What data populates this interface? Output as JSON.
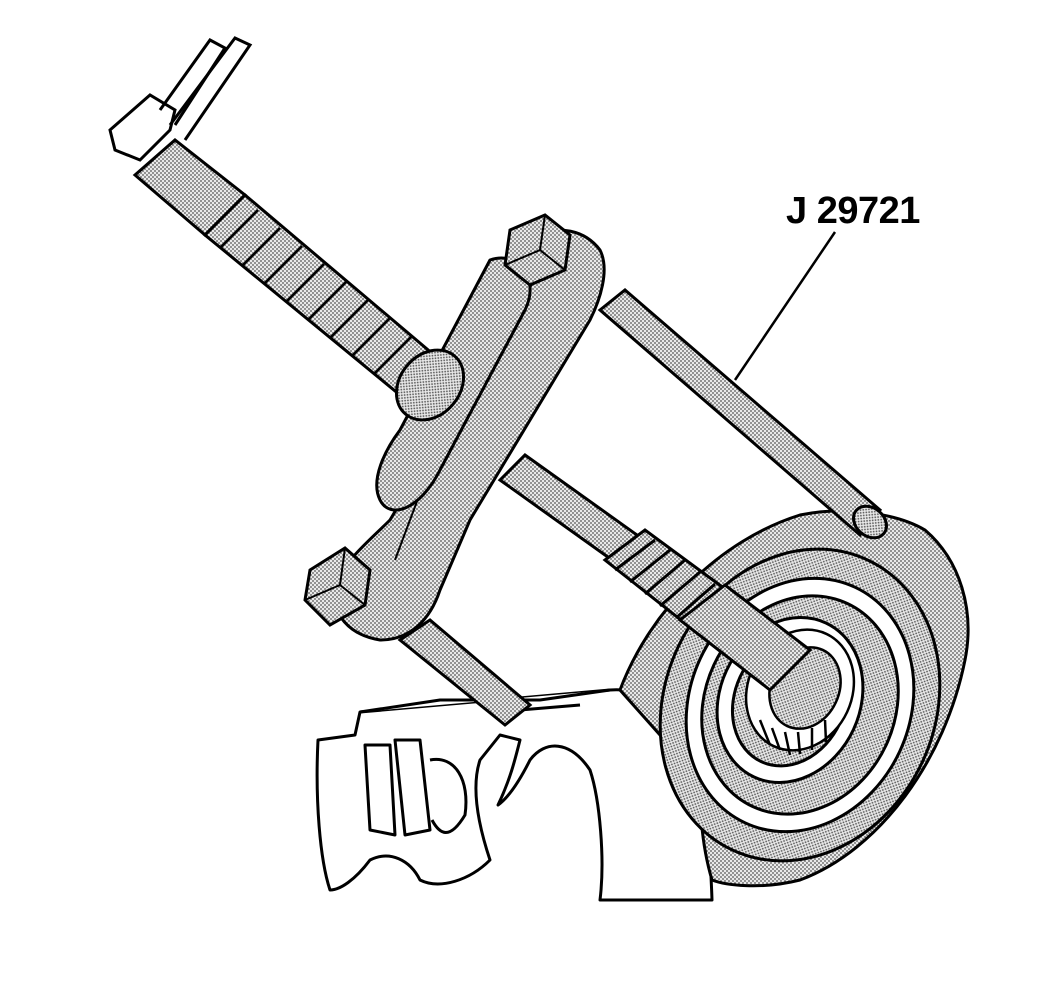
{
  "illustration": {
    "callout_label": "J 29721",
    "line_color": "#000000",
    "shade_color": "#c8c8c8",
    "background_color": "#ffffff",
    "components": [
      "ratchet-handle",
      "forcing-screw",
      "yoke-plate",
      "hex-nut",
      "puller-leg",
      "axle-shaft",
      "spline-adapter",
      "rotor-hub",
      "wheel-bearing",
      "knuckle-housing"
    ]
  }
}
